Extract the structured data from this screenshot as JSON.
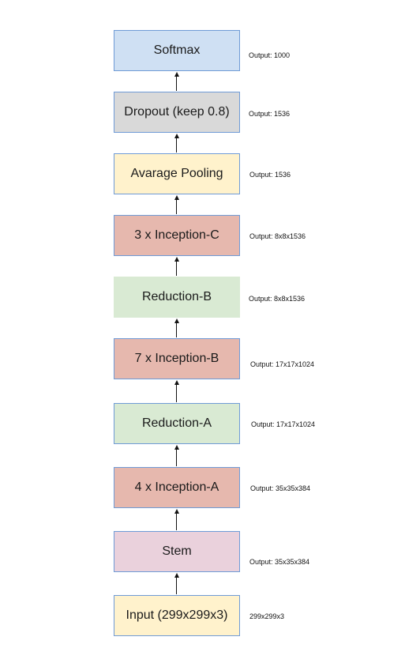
{
  "colors": {
    "blue": "#cfe0f3",
    "gray": "#d9d9d9",
    "yellow": "#fff2cc",
    "red": "#e6b8ae",
    "green": "#d9ead3",
    "pink": "#ead1dc",
    "border": "#6f9bd6"
  },
  "blocks": [
    {
      "label": "Softmax",
      "output": "Output: 1000",
      "color": "blue"
    },
    {
      "label": "Dropout (keep 0.8)",
      "output": "Output: 1536",
      "color": "gray"
    },
    {
      "label": "Avarage Pooling",
      "output": "Output: 1536",
      "color": "yellow"
    },
    {
      "label": "3 x Inception-C",
      "output": "Output: 8x8x1536",
      "color": "red"
    },
    {
      "label": "Reduction-B",
      "output": "Output: 8x8x1536",
      "color": "green"
    },
    {
      "label": "7 x Inception-B",
      "output": "Output: 17x17x1024",
      "color": "red"
    },
    {
      "label": "Reduction-A",
      "output": "Output: 17x17x1024",
      "color": "green"
    },
    {
      "label": "4 x Inception-A",
      "output": "Output: 35x35x384",
      "color": "red"
    },
    {
      "label": "Stem",
      "output": "Output: 35x35x384",
      "color": "pink"
    },
    {
      "label": "Input (299x299x3)",
      "output": "299x299x3",
      "color": "yellow"
    }
  ]
}
